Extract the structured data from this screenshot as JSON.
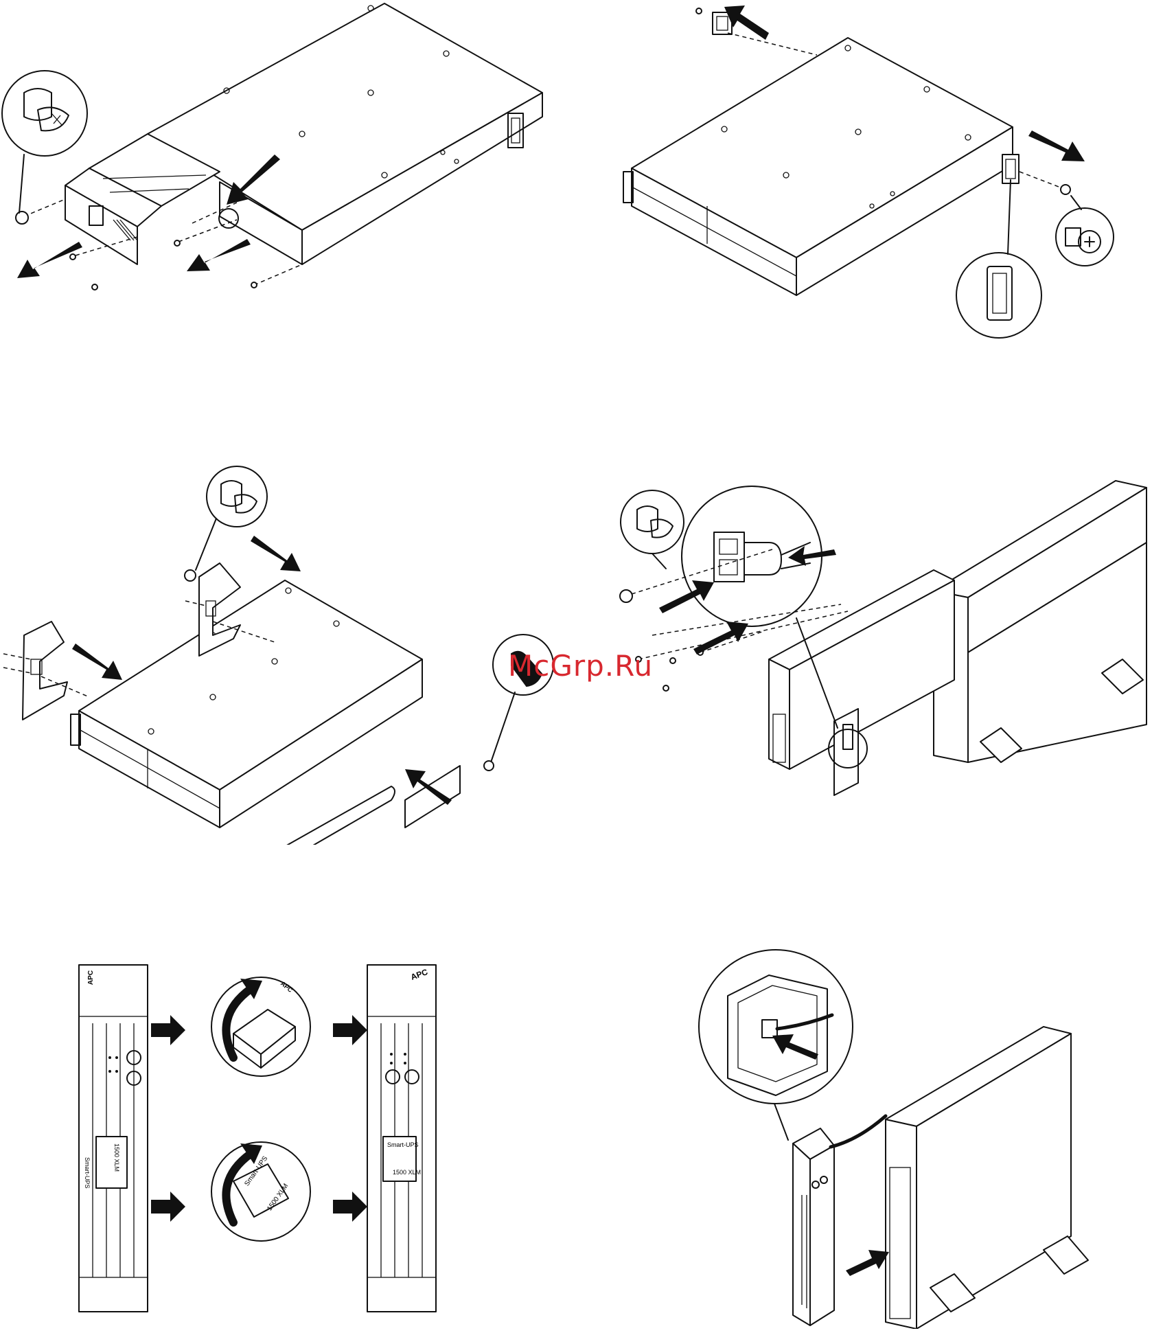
{
  "watermark": "McGrp.Ru",
  "labels": {
    "brand": "APC",
    "model_name": "Smart-UPS",
    "model_number": "1500 XLM"
  },
  "colors": {
    "line": "#111111",
    "background": "#ffffff",
    "watermark": "#d8282f"
  },
  "figures": [
    {
      "id": "remove-front-assembly",
      "icons": [
        "screw-detail-icon",
        "arrow-icon"
      ]
    },
    {
      "id": "remove-rack-brackets",
      "icons": [
        "bracket-detail-icon",
        "screw-detail-icon",
        "arrow-icon"
      ]
    },
    {
      "id": "attach-tower-brackets-and-bezel",
      "icons": [
        "screw-detail-icon",
        "thumbscrew-detail-icon",
        "arrow-icon"
      ]
    },
    {
      "id": "connect-battery-pack",
      "icons": [
        "connector-detail-icon",
        "screw-detail-icon",
        "arrow-icon"
      ]
    },
    {
      "id": "rotate-display-and-label",
      "icons": [
        "rotate-arrow-icon",
        "arrow-icon"
      ]
    },
    {
      "id": "attach-front-bezel-cable",
      "icons": [
        "cable-detail-icon",
        "arrow-icon"
      ]
    }
  ]
}
